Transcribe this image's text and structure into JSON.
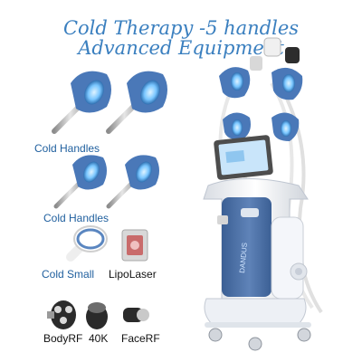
{
  "title": {
    "line1": "Cold Therapy -5 handles",
    "line2": "Advanced Equipment"
  },
  "labels": {
    "cold_handles_1": "Cold Handles",
    "cold_handles_2": "Cold Handles",
    "cold_small": "Cold Small",
    "lipolaser": "LipoLaser",
    "bodyrf": "BodyRF",
    "k40": "40K",
    "facerf": "FaceRF"
  },
  "machine": {
    "brand_text": "DANDUS"
  },
  "colors": {
    "title": "#3a7fbf",
    "label": "#1f5f9e",
    "handle_blue": "#4a78b8",
    "handle_glow": "#79c6ff",
    "machine_body": "#4a6ea3",
    "machine_white": "#f2f4f8"
  }
}
